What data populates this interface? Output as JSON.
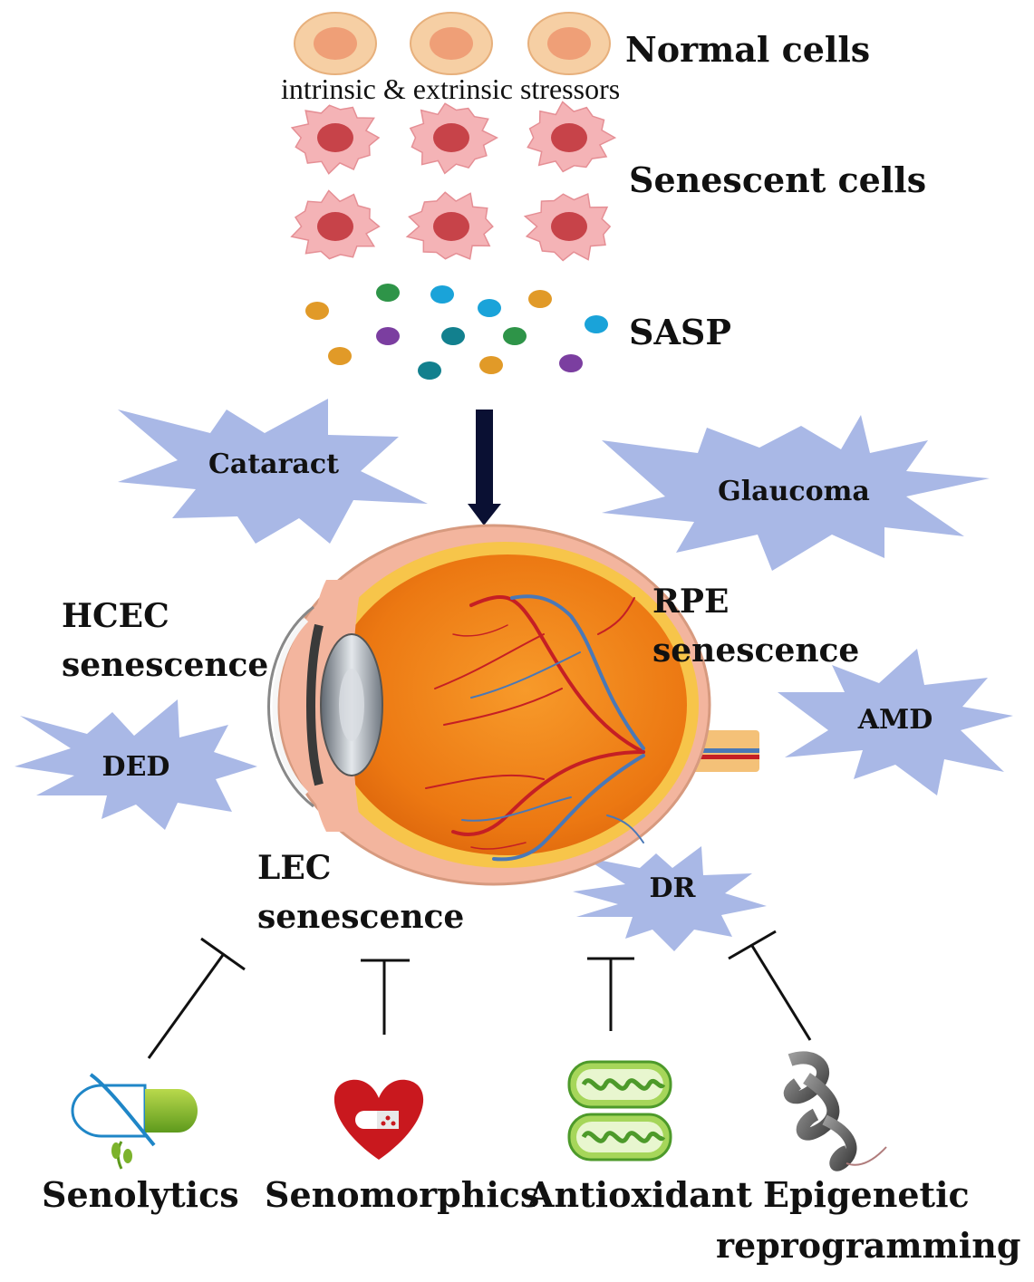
{
  "cells": {
    "normal_label": "Normal cells",
    "stress_label": "intrinsic & extrinsic stressors",
    "senescent_label": "Senescent cells",
    "sasp_label": "SASP"
  },
  "diseases": {
    "cataract": "Cataract",
    "glaucoma": "Glaucoma",
    "amd": "AMD",
    "ded": "DED",
    "dr": "DR"
  },
  "senescence": {
    "hcec_line1": "HCEC",
    "hcec_line2": "senescence",
    "rpe_line1": "RPE",
    "rpe_line2": "senescence",
    "lec_line1": "LEC",
    "lec_line2": "senescence"
  },
  "interventions": {
    "senolytics": "Senolytics",
    "senomorphics": "Senomorphics",
    "antioxidant": "Antioxidant",
    "epigenetic_line1": "Epigenetic",
    "epigenetic_line2": "reprogramming"
  },
  "colors": {
    "normal_cell": "#f6cfa4",
    "normal_nucleus": "#ef9f77",
    "senescent_cell": "#f4b3b6",
    "senescent_nucleus": "#c74349",
    "burst": "#a9b8e6",
    "arrow": "#0a1033",
    "eye_orange": "#f07a12",
    "vessel_red": "#c51f24",
    "vessel_blue": "#4a78b6"
  },
  "sasp_particle_colors": [
    "#e19a28",
    "#2e9448",
    "#1aa3d9",
    "#7b3ea0",
    "#12808e"
  ]
}
